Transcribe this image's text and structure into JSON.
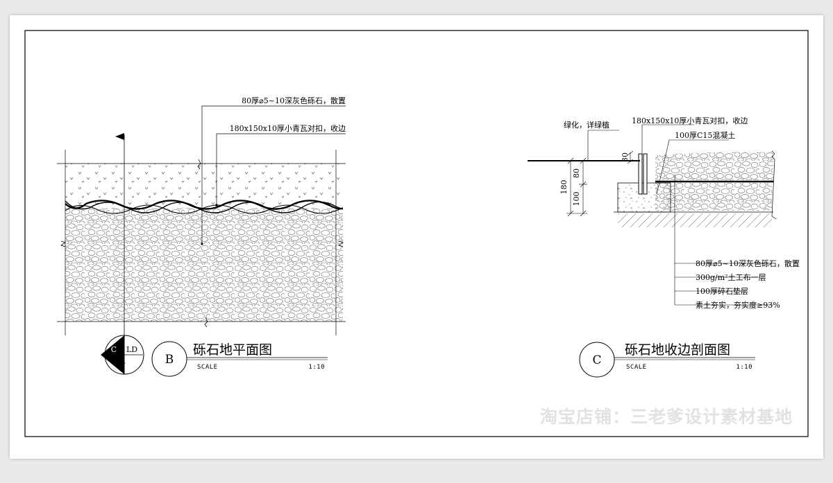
{
  "plan": {
    "title": "砾石地平面图",
    "letter": "B",
    "scale_label": "SCALE",
    "scale_value": "1:10",
    "note_top": "80厚⌀5~10深灰色砾石，散置",
    "note_edge": "180x150x10厚小青瓦对扣，收边"
  },
  "section_marker": {
    "left": "C",
    "right": "LD",
    "bottom": "-"
  },
  "section": {
    "title": "砾石地收边剖面图",
    "letter": "C",
    "scale_label": "SCALE",
    "scale_value": "1:10",
    "note_green": "绿化，详绿植",
    "note_tile": "180x150x10厚小青瓦对扣，收边",
    "note_concrete": "100厚C15混凝土",
    "layers": [
      "80厚⌀5~10深灰色砾石，散置",
      "300g/m²土工布一层",
      "100厚碎石垫层",
      "素土夯实，夯实度≥93%"
    ],
    "dims": {
      "d30": "30",
      "d80": "80",
      "d180": "180",
      "d100": "100"
    }
  },
  "watermark": "淘宝店铺：三老爹设计素材基地"
}
